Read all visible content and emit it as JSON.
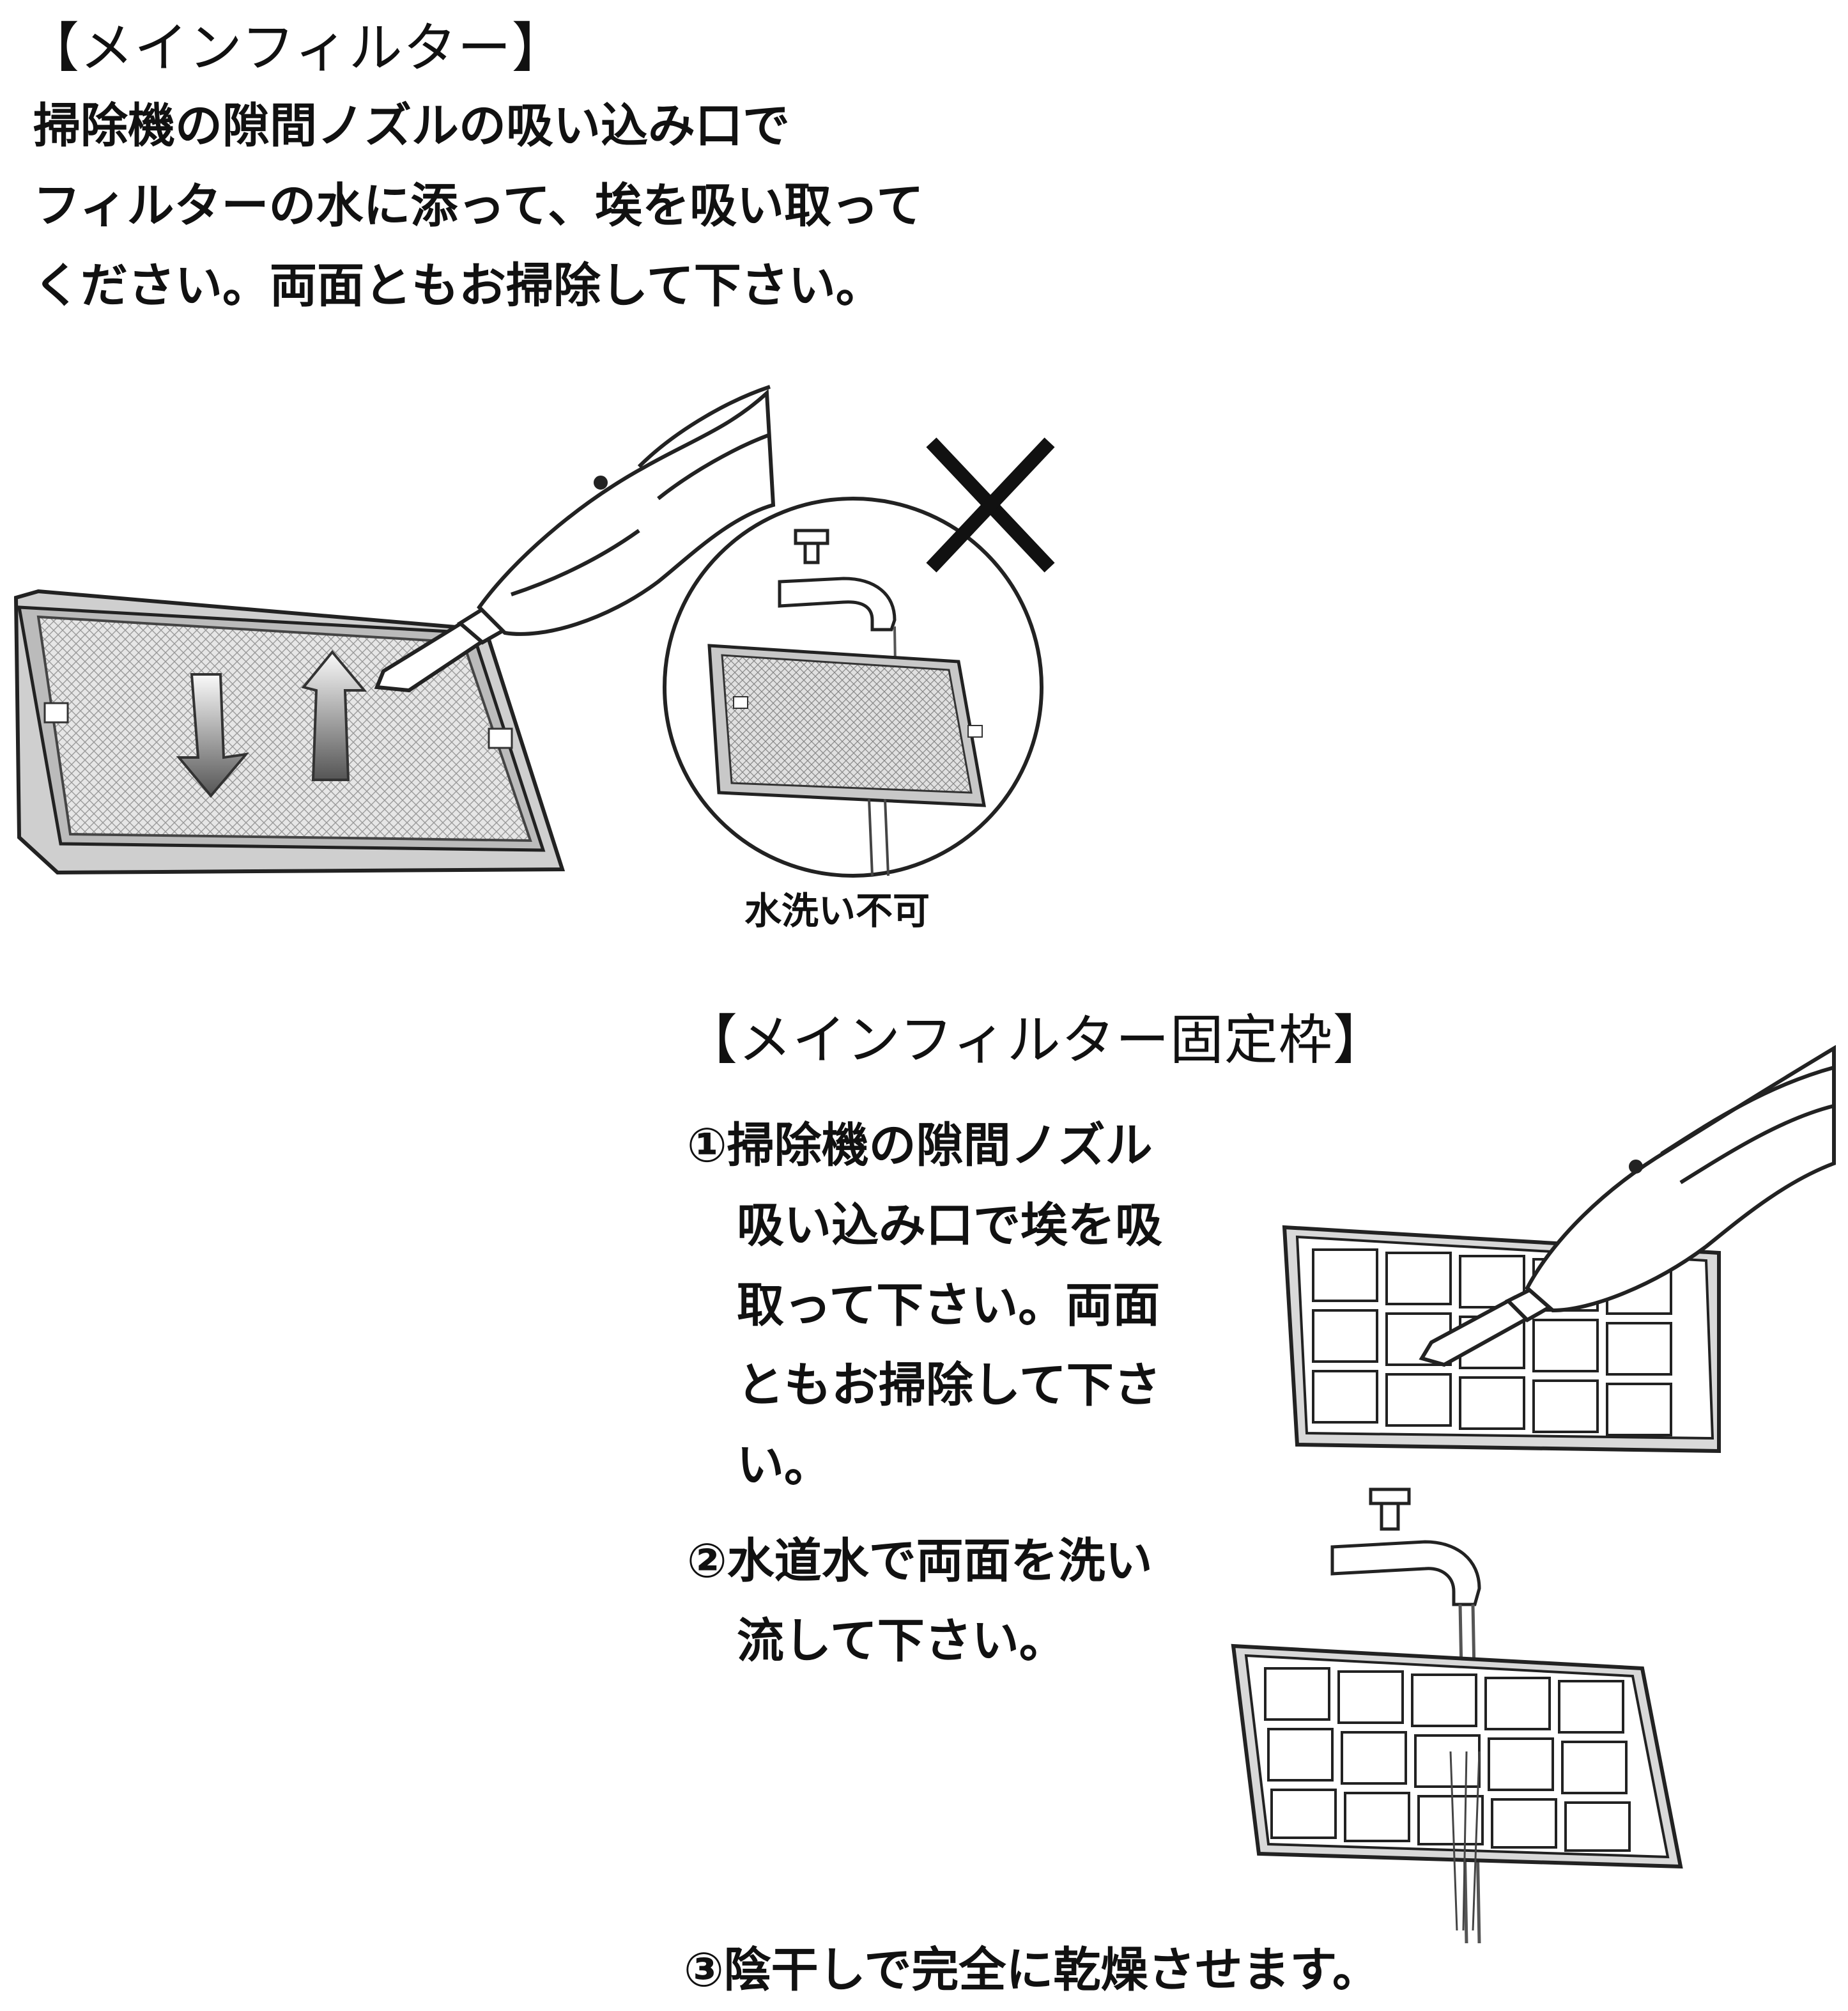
{
  "main_filter": {
    "heading": "【メインフィルター】",
    "lines": [
      "掃除機の隙間ノズルの吸い込み口で",
      "フィルターの水に添って、埃を吸い取って",
      "ください。両面ともお掃除して下さい。"
    ],
    "no_wash_caption": "水洗い不可",
    "no_wash_icon": "cross-mark-icon"
  },
  "frame_section": {
    "heading": "【メインフィルター固定枠】",
    "step1_lines": [
      "①掃除機の隙間ノズル",
      "吸い込み口で埃を吸",
      "取って下さい。両面",
      "ともお掃除して下さ",
      "い。"
    ],
    "step2_lines": [
      "②水道水で両面を洗い",
      "流して下さい。"
    ],
    "step3": "③陰干しで完全に乾燥させます。"
  },
  "colors": {
    "ink": "#111111",
    "filter_mesh": "#d8d8d8",
    "frame_gray": "#bdbdbd"
  }
}
